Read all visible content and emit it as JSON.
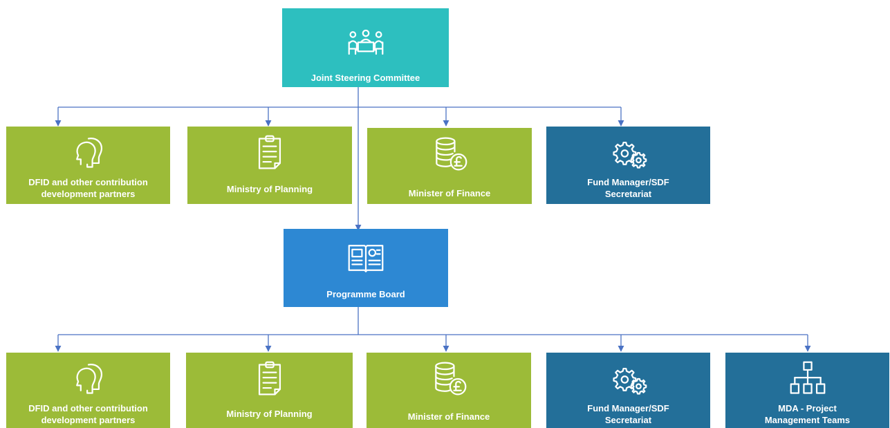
{
  "colors": {
    "teal": "#2dbfbf",
    "green": "#9cbb38",
    "navy": "#236f99",
    "blue": "#2d88d3",
    "connector": "#4a72c4"
  },
  "top": {
    "label": "Joint Steering Committee",
    "icon": "meeting-table-icon"
  },
  "row1": [
    {
      "label": "DFID and other contribution\ndevelopment partners",
      "icon": "heads-dialogue-icon"
    },
    {
      "label": "Ministry of Planning",
      "icon": "clipboard-icon"
    },
    {
      "label": "Minister of Finance",
      "icon": "coins-pound-icon"
    },
    {
      "label": "Fund Manager/SDF\nSecretariat",
      "icon": "gears-icon"
    }
  ],
  "middle": {
    "label": "Programme Board",
    "icon": "open-book-icon"
  },
  "row2": [
    {
      "label": "DFID and other contribution\ndevelopment partners",
      "icon": "heads-dialogue-icon"
    },
    {
      "label": "Ministry of Planning",
      "icon": "clipboard-icon"
    },
    {
      "label": "Minister of Finance",
      "icon": "coins-pound-icon"
    },
    {
      "label": "Fund Manager/SDF\nSecretariat",
      "icon": "gears-icon"
    },
    {
      "label": "MDA - Project\nManagement Teams",
      "icon": "org-chart-icon"
    }
  ]
}
